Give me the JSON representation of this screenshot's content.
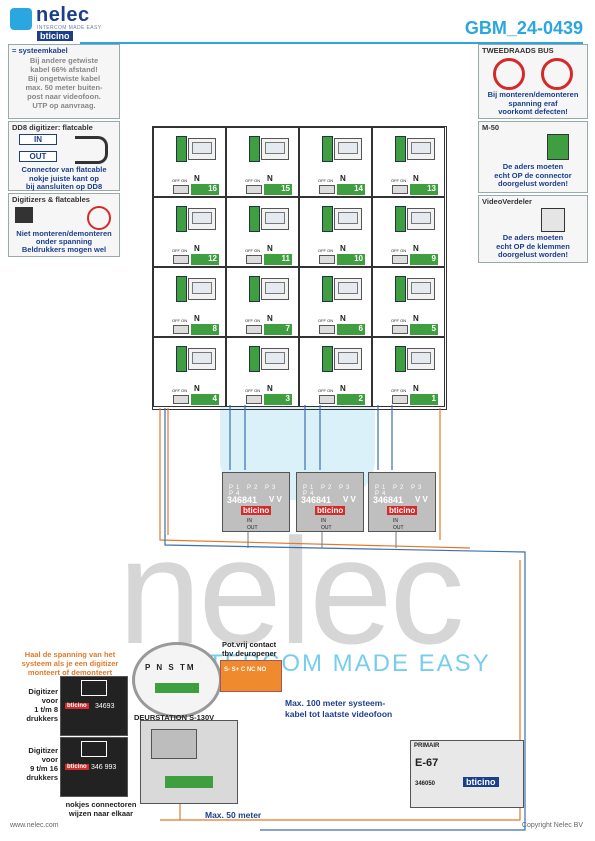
{
  "header": {
    "brand": "nelec",
    "brand_sub": "INTERCOM MADE EASY",
    "brand_partner": "bticino",
    "doc_code": "GBM_24-0439"
  },
  "notes_left": {
    "cable": {
      "title": "= systeemkabel",
      "lines": [
        "Bij andere getwiste",
        "kabel 66% afstand!",
        "Bij ongetwiste kabel",
        "max. 50 meter buiten-",
        "post naar videofoon.",
        "UTP op aanvraag."
      ]
    },
    "dd8": {
      "title": "DD8 digitizer: flatcable",
      "in": "IN",
      "out": "OUT",
      "lines": [
        "Connector van flatcable",
        "nokje juiste kant op",
        "bij aansluiten op DD8"
      ]
    },
    "flat": {
      "title": "Digitizers & flatcables",
      "lines": [
        "Niet monteren/demonteren",
        "onder spanning",
        "Beldrukkers mogen wel"
      ]
    }
  },
  "notes_right": {
    "bus": {
      "title": "TWEEDRAADS BUS",
      "lines": [
        "Bij monteren/demonteren",
        "spanning eraf",
        "voorkomt defecten!"
      ]
    },
    "m50": {
      "title": "M-50",
      "lines": [
        "De aders moeten",
        "echt OP de connector",
        "doorgelust worden!"
      ]
    },
    "vv": {
      "title": "VideoVerdeler",
      "lines": [
        "De aders moeten",
        "echt OP de klemmen",
        "doorgelust worden!"
      ]
    }
  },
  "grid": {
    "np": "N P",
    "offon": "OFF ON",
    "cells": [
      "16",
      "15",
      "14",
      "13",
      "12",
      "11",
      "10",
      "9",
      "8",
      "7",
      "6",
      "5",
      "4",
      "3",
      "2",
      "1"
    ]
  },
  "distributors": {
    "model": "346841",
    "vv": "V V",
    "ports": "P1 P2 P3 P4",
    "brand": "bticino",
    "in": "IN",
    "out": "OUT"
  },
  "watermark": {
    "big": "nelec",
    "tagline": "INTERCOM MADE EASY"
  },
  "bottom": {
    "warn": [
      "Haal de spanning van het",
      "systeem als je een digitizer",
      "monteert of demonteert"
    ],
    "digi1": [
      "Digitizer",
      "voor",
      "1 t/m 8",
      "drukkers"
    ],
    "digi2": [
      "Digitizer",
      "voor",
      "9 t/m 16",
      "drukkers"
    ],
    "digi_model1": "34693",
    "digi_model2": "346 993",
    "station": "DEURSTATION S-130V",
    "station_pins": "P N S TM",
    "contact": [
      "Pot.vrij contact",
      "tbv deuropener"
    ],
    "contact_pins": "S- S+ C NC NO",
    "maxsys": [
      "Max. 100 meter systeem-",
      "kabel tot laatste videofoon"
    ],
    "max50": "Max. 50 meter",
    "nokjes": [
      "nokjes connectoren",
      "wijzen naar elkaar"
    ],
    "psu_model": "E-67",
    "psu_code": "346050",
    "psu_brand": "bticino",
    "psu_primair": "PRIMAIR",
    "footer_left": "www.nelec.com",
    "footer_right": "Copyright Nelec BV"
  },
  "colors": {
    "brand_blue": "#1c3f8c",
    "accent_cyan": "#2aa6e0",
    "warning_red": "#d32a2a",
    "green": "#3f9e3f",
    "cable_orange": "#e07a2a"
  }
}
